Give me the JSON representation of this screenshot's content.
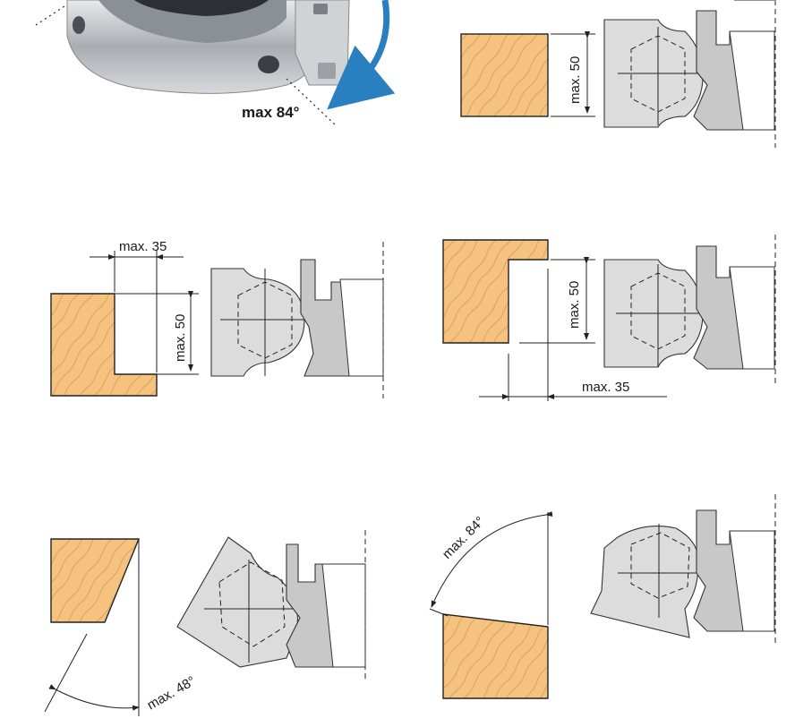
{
  "labels": {
    "angle_top": "max 84°",
    "p2_height": "max. 50",
    "p3_width": "max. 35",
    "p3_height": "max. 50",
    "p4_height": "max. 50",
    "p4_width": "max. 35",
    "p5_angle": "max. 48°",
    "p6_angle": "max. 84°"
  },
  "colors": {
    "wood": "#f5c27f",
    "wood_grain": "#d9a25e",
    "tool_light": "#dcdcdc",
    "tool_dark": "#c8c8c8",
    "arrow_blue": "#2a7fc1",
    "metal": "#b8bcc0"
  }
}
